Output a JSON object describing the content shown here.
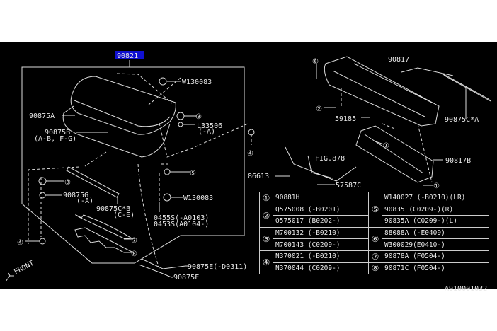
{
  "main_part": "90821",
  "labels": {
    "w130083_top": "W130083",
    "c3_top": "③",
    "l33506": "L33506",
    "l33506_note": "(-A)",
    "c4_right": "④",
    "p90875a": "90875A",
    "p90875b": "90875B",
    "p90875b_note": "(A-B, F-G)",
    "c5": "⑤",
    "c3_left": "③",
    "p90875g": "90875G",
    "p90875g_note": "(-A)",
    "p90875cb": "90875C*B",
    "p90875cb_note": "(C-E)",
    "w130083_low": "W130083",
    "p0455s": "0455S(-A0103)",
    "p0453s": "0453S(A0104-)",
    "c7": "⑦",
    "c8": "⑧",
    "c4_left": "④",
    "front": "FRONT",
    "p90875e": "90875E(-D0311)",
    "p90875f": "90875F",
    "c6": "⑥",
    "p90817": "90817",
    "p90875ca": "90875C*A",
    "c2": "②",
    "p59185": "59185",
    "c1_a": "①",
    "fig": "FIG.878",
    "p90817b": "90817B",
    "p86613": "86613",
    "p57587c": "57587C",
    "c1_b": "①",
    "diagram_id": "A910001032"
  },
  "table": [
    {
      "num": "①",
      "parts": [
        "90881H"
      ]
    },
    {
      "num": "②",
      "parts": [
        "Q575008 (-B0201)",
        "Q575017 (B0202-)"
      ]
    },
    {
      "num": "③",
      "parts": [
        "M700132 (-B0210)",
        "M700143 (C0209-)"
      ]
    },
    {
      "num": "④",
      "parts": [
        "N370021 (-B0210)",
        "N370044 (C0209-)"
      ]
    },
    {
      "num": "⑤",
      "parts": [
        "W140027 (-B0210)(LR)",
        "90835   (C0209-)(R)",
        "90835A  (C0209-)(L)"
      ]
    },
    {
      "num": "⑥",
      "parts": [
        "88088A  (-E0409)",
        "W300029(E0410-)"
      ]
    },
    {
      "num": "⑦",
      "parts": [
        "90878A  (F0504-)"
      ]
    },
    {
      "num": "⑧",
      "parts": [
        "90871C  (F0504-)"
      ]
    }
  ]
}
